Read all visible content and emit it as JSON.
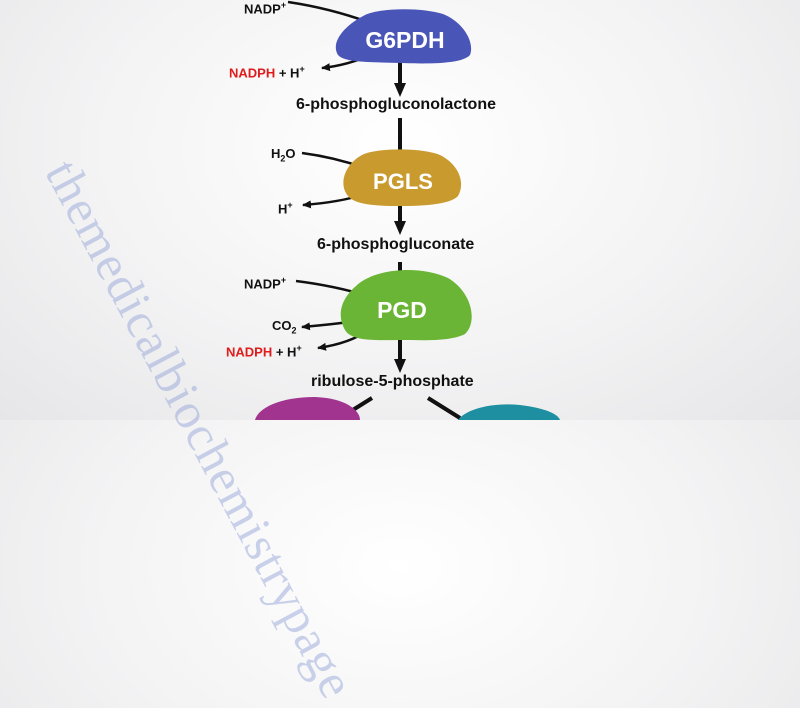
{
  "watermark": "themedicalbiochemistrypage",
  "enzymes": {
    "g6pdh": {
      "label": "G6PDH",
      "color": "#4a55b8"
    },
    "pgls": {
      "label": "PGLS",
      "color": "#c99a2e"
    },
    "pgd": {
      "label": "PGD",
      "color": "#6bb536"
    },
    "rpe": {
      "color": "#a0348f"
    },
    "rpi": {
      "color": "#1e8fa0"
    }
  },
  "metabolites": {
    "m1": "6-phosphogluconolactone",
    "m2": "6-phosphogluconate",
    "m3": "ribulose-5-phosphate"
  },
  "cofactors": {
    "nadp_1": {
      "base": "NADP",
      "sup": "+"
    },
    "nadph_1": {
      "red": "NADPH",
      "tail": " + H",
      "sup": "+"
    },
    "h2o": {
      "pre": "H",
      "sub": "2",
      "post": "O"
    },
    "h_plus": {
      "base": "H",
      "sup": "+"
    },
    "nadp_2": {
      "base": "NADP",
      "sup": "+"
    },
    "co2": {
      "pre": "CO",
      "sub": "2"
    },
    "nadph_2": {
      "red": "NADPH",
      "tail": " + H",
      "sup": "+"
    }
  },
  "colors": {
    "red_text": "#e01b1b",
    "arrow": "#111111"
  }
}
